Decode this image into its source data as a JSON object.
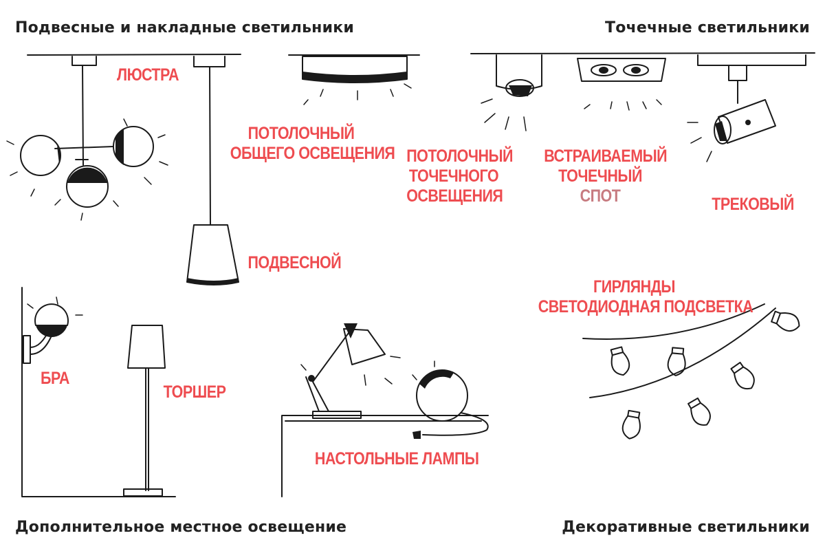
{
  "colors": {
    "label": "#ee4c50",
    "label_muted": "#c77b80",
    "heading": "#222222",
    "ink": "#1a1a1a"
  },
  "sections": {
    "pendant_and_surface": "Подвесные и накладные светильники",
    "spot": "Точечные светильники",
    "local": "Дополнительное местное освещение",
    "decorative": "Декоративные светильники"
  },
  "labels": {
    "chandelier": "ЛЮСТРА",
    "ceiling_general": [
      "ПОТОЛОЧНЫЙ",
      "ОБЩЕГО ОСВЕЩЕНИЯ"
    ],
    "pendant": "ПОДВЕСНОЙ",
    "ceiling_spot": [
      "ПОТОЛОЧНЫЙ",
      "ТОЧЕЧНОГО",
      "ОСВЕЩЕНИЯ"
    ],
    "recessed": [
      "ВСТРАИВАЕМЫЙ",
      "ТОЧЕЧНЫЙ"
    ],
    "spot": "СПОТ",
    "track": "ТРЕКОВЫЙ",
    "sconce": "БРА",
    "floor_lamp": "ТОРШЕР",
    "table_lamps": "НАСТОЛЬНЫЕ ЛАМПЫ",
    "garlands": [
      "ГИРЛЯНДЫ",
      "СВЕТОДИОДНАЯ ПОДСВЕТКА"
    ]
  },
  "icons": [
    "chandelier-icon",
    "ceiling-lamp-icon",
    "pendant-lamp-icon",
    "ceiling-spot-icon",
    "recessed-spot-icon",
    "track-light-icon",
    "sconce-icon",
    "floor-lamp-icon",
    "desk-lamp-icon",
    "ball-lamp-icon",
    "garland-icon"
  ]
}
